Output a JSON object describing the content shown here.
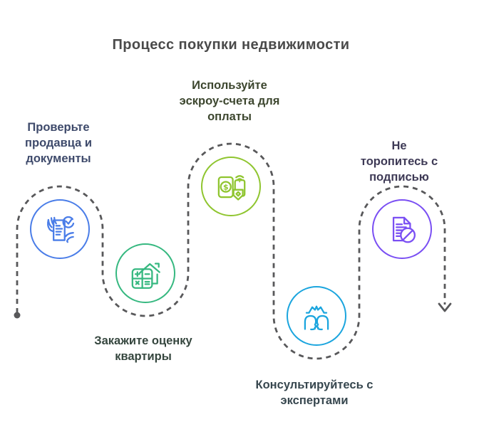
{
  "title": "Процесс покупки недвижимости",
  "colors": {
    "title": "#4a4a4a",
    "path": "#58585a",
    "background": "#ffffff"
  },
  "flow": {
    "start_marker": "dot",
    "end_marker": "arrow-down"
  },
  "steps": [
    {
      "id": "verify-seller",
      "label": "Проверьте\nпродавца и\nдокументы",
      "color": "#4a7de8",
      "text_color": "#3e4a6b",
      "icon": "document-check-hands-icon"
    },
    {
      "id": "order-appraisal",
      "label": "Закажите оценку\nквартиры",
      "color": "#36b880",
      "text_color": "#35463e",
      "icon": "house-calculator-icon"
    },
    {
      "id": "use-escrow",
      "label": "Используйте\nэскроу-счета для\nоплаты",
      "color": "#8fc52f",
      "text_color": "#3c462e",
      "icon": "mobile-payment-icon"
    },
    {
      "id": "consult-experts",
      "label": "Консультируйтесь с\nэкспертами",
      "color": "#1ba5de",
      "text_color": "#37474f",
      "icon": "experts-people-icon"
    },
    {
      "id": "dont-rush-signature",
      "label": "Не торопитесь с\nподписью",
      "color": "#7a4ff3",
      "text_color": "#3e3a56",
      "icon": "contract-prohibition-icon"
    }
  ]
}
